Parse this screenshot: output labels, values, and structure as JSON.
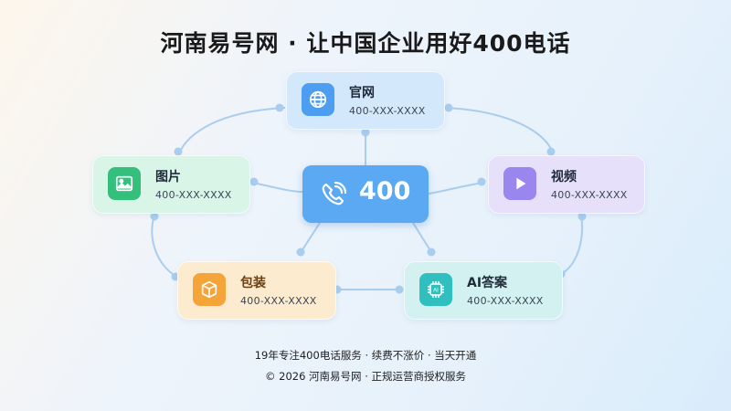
{
  "title": "河南易号网 · 让中国企业用好400电话",
  "hub": {
    "label": "400"
  },
  "nodes": {
    "official_site": {
      "label": "官网",
      "number": "400-XXX-XXXX",
      "icon": "globe-icon",
      "color": "#4d9ef0"
    },
    "image": {
      "label": "图片",
      "number": "400-XXX-XXXX",
      "icon": "image-icon",
      "color": "#34c07c"
    },
    "video": {
      "label": "视频",
      "number": "400-XXX-XXXX",
      "icon": "play-icon",
      "color": "#9a86ef"
    },
    "packaging": {
      "label": "包装",
      "number": "400-XXX-XXXX",
      "icon": "box-icon",
      "color": "#f5a43a"
    },
    "ai_answer": {
      "label": "AI答案",
      "number": "400-XXX-XXXX",
      "icon": "ai-chip-icon",
      "color": "#2fbfbf"
    }
  },
  "footer": {
    "line1": "19年专注400电话服务 · 续费不涨价 · 当天开通",
    "line2": "© 2026 河南易号网 · 正规运营商授权服务"
  }
}
